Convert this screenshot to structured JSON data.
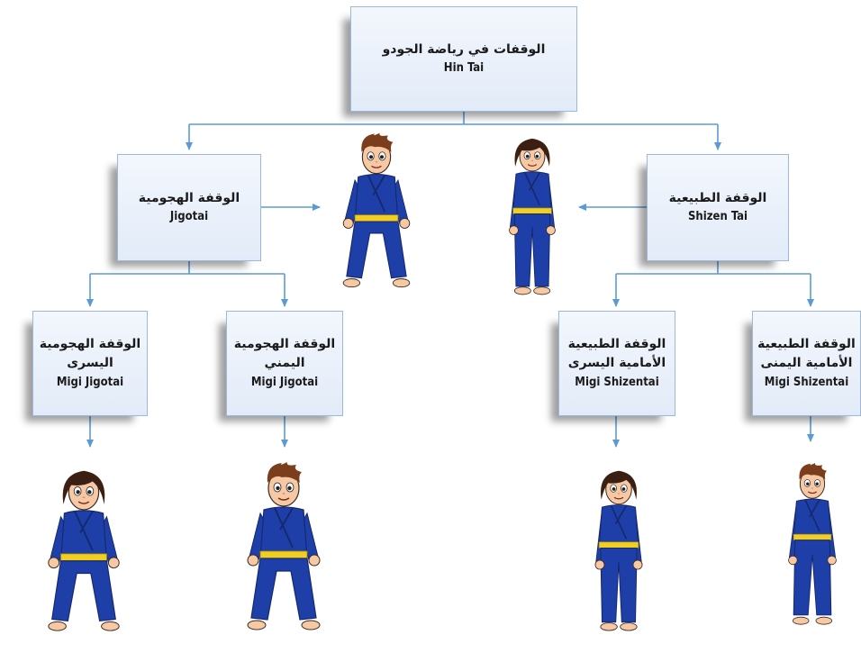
{
  "root": {
    "title_ar": "الوقفات في رياضة الجودو",
    "title_en": "Hin Tai"
  },
  "offensive": {
    "title_ar": "الوقفة الهجومية",
    "title_en": "Jigotai"
  },
  "natural": {
    "title_ar": "الوقفة الطبيعية",
    "title_en": "Shizen Tai"
  },
  "offensive_left": {
    "line1_ar": "الوقفة الهجومية",
    "line2_ar": "اليسرى",
    "title_en": "Migi Jigotai"
  },
  "offensive_right": {
    "line1_ar": "الوقفة الهجومية",
    "line2_ar": "اليمني",
    "title_en": "Migi Jigotai"
  },
  "natural_left": {
    "line1_ar": "الوقفة الطبيعية",
    "line2_ar": "الأمامية اليسرى",
    "title_en": "Migi Shizentai"
  },
  "natural_right": {
    "line1_ar": "الوقفة الطبيعية",
    "line2_ar": "الأمامية اليمنى",
    "title_en": "Migi Shizentai"
  },
  "colors": {
    "box_fill_top": "#f3f7fd",
    "box_fill_bottom": "#e2ebf8",
    "box_border": "#9db8df",
    "connector": "#5b9bd5",
    "gi": "#1f3fa8",
    "gi_dark": "#14296e",
    "belt": "#f2cf1e",
    "skin": "#f6c9a4",
    "hair_girl": "#3a1f12",
    "hair_boy": "#7a3e1c"
  },
  "icons": [
    "judoka-girl-standing",
    "judoka-boy-crouching"
  ]
}
